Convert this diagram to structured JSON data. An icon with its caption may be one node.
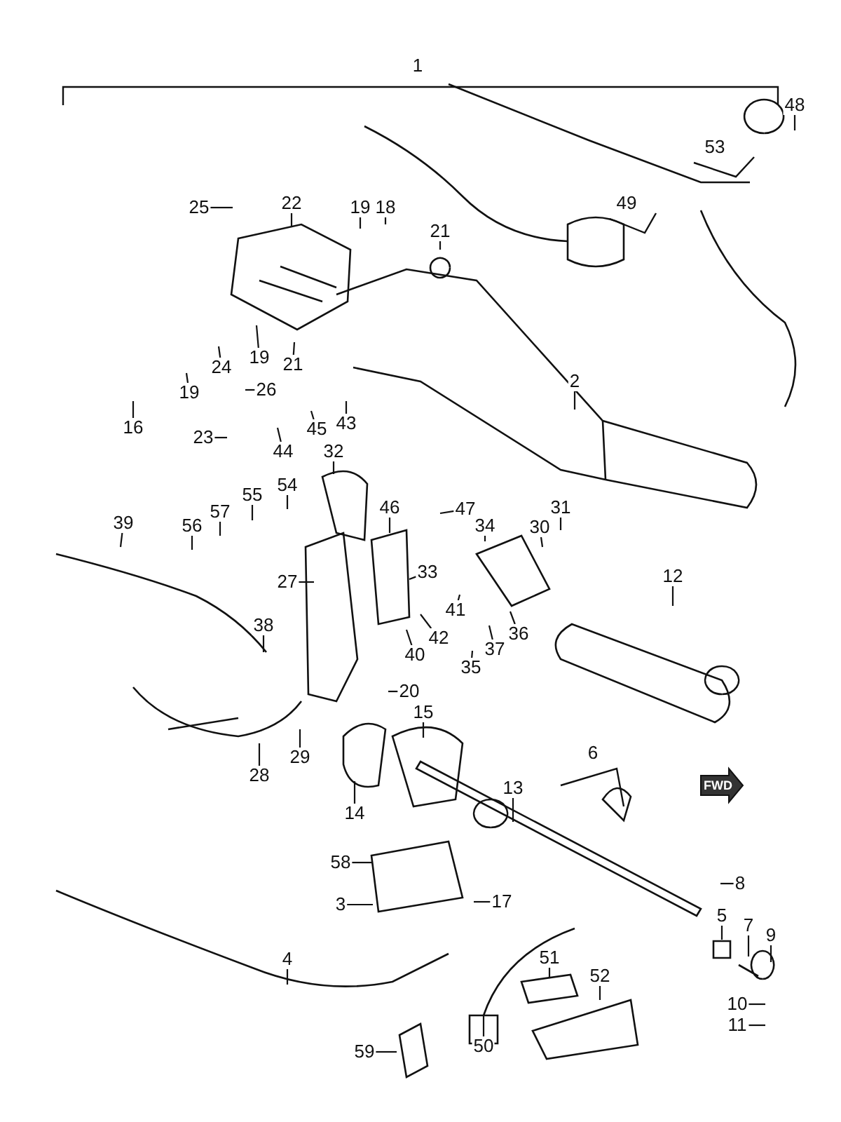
{
  "diagram": {
    "nodes": [
      {
        "text": [
          "1"
        ]
      },
      {
        "text": [
          "48"
        ]
      },
      {
        "text": [
          "53"
        ]
      },
      {
        "text": [
          "22"
        ]
      },
      {
        "text": [
          "25"
        ]
      },
      {
        "text": [
          "19"
        ]
      },
      {
        "text": [
          "18"
        ]
      },
      {
        "text": [
          "49"
        ]
      },
      {
        "text": [
          "21"
        ]
      },
      {
        "text": [
          "19"
        ]
      },
      {
        "text": [
          "24"
        ]
      },
      {
        "text": [
          "19"
        ]
      },
      {
        "text": [
          "26"
        ]
      },
      {
        "text": [
          "21"
        ]
      },
      {
        "text": [
          "2"
        ]
      },
      {
        "text": [
          "16"
        ]
      },
      {
        "text": [
          "43"
        ]
      },
      {
        "text": [
          "45"
        ]
      },
      {
        "text": [
          "23"
        ]
      },
      {
        "text": [
          "44"
        ]
      },
      {
        "text": [
          "32"
        ]
      },
      {
        "text": [
          "54"
        ]
      },
      {
        "text": [
          "55"
        ]
      },
      {
        "text": [
          "46"
        ]
      },
      {
        "text": [
          "47"
        ]
      },
      {
        "text": [
          "57"
        ]
      },
      {
        "text": [
          "56"
        ]
      },
      {
        "text": [
          "39"
        ]
      },
      {
        "text": [
          "31"
        ]
      },
      {
        "text": [
          "34"
        ]
      },
      {
        "text": [
          "30"
        ]
      },
      {
        "text": [
          "33"
        ]
      },
      {
        "text": [
          "27"
        ]
      },
      {
        "text": [
          "12"
        ]
      },
      {
        "text": [
          "41"
        ]
      },
      {
        "text": [
          "38"
        ]
      },
      {
        "text": [
          "42"
        ]
      },
      {
        "text": [
          "36"
        ]
      },
      {
        "text": [
          "40"
        ]
      },
      {
        "text": [
          "37"
        ]
      },
      {
        "text": [
          "35"
        ]
      },
      {
        "text": [
          "20"
        ]
      },
      {
        "text": [
          "15"
        ]
      },
      {
        "text": [
          "29"
        ]
      },
      {
        "text": [
          "6"
        ]
      },
      {
        "text": [
          "28"
        ]
      },
      {
        "text": [
          "14"
        ]
      },
      {
        "text": [
          "13"
        ]
      },
      {
        "text": [
          "58"
        ]
      },
      {
        "text": [
          "8"
        ]
      },
      {
        "text": [
          "3"
        ]
      },
      {
        "text": [
          "17"
        ]
      },
      {
        "text": [
          "5"
        ]
      },
      {
        "text": [
          "7"
        ]
      },
      {
        "text": [
          "9"
        ]
      },
      {
        "text": [
          "4"
        ]
      },
      {
        "text": [
          "51"
        ]
      },
      {
        "text": [
          "52"
        ]
      },
      {
        "text": [
          "10"
        ]
      },
      {
        "text": [
          "11"
        ]
      },
      {
        "text": [
          "50"
        ]
      },
      {
        "text": [
          "59"
        ]
      }
    ],
    "edges": [
      {
        "from": 1,
        "to": null,
        "arrow": "none"
      },
      {
        "from": 3,
        "to": null,
        "arrow": "none"
      },
      {
        "from": 4,
        "to": null,
        "arrow": "none"
      },
      {
        "from": 5,
        "to": null,
        "arrow": "none"
      },
      {
        "from": 6,
        "to": null,
        "arrow": "none"
      },
      {
        "from": 8,
        "to": null,
        "arrow": "none"
      },
      {
        "from": 9,
        "to": null,
        "arrow": "none"
      },
      {
        "from": 10,
        "to": null,
        "arrow": "none"
      },
      {
        "from": 11,
        "to": null,
        "arrow": "none"
      },
      {
        "from": 12,
        "to": null,
        "arrow": "none"
      },
      {
        "from": 13,
        "to": null,
        "arrow": "none"
      },
      {
        "from": 14,
        "to": null,
        "arrow": "none"
      },
      {
        "from": 15,
        "to": null,
        "arrow": "none"
      },
      {
        "from": 16,
        "to": null,
        "arrow": "none"
      },
      {
        "from": 17,
        "to": null,
        "arrow": "none"
      },
      {
        "from": 18,
        "to": null,
        "arrow": "none"
      },
      {
        "from": 19,
        "to": null,
        "arrow": "none"
      },
      {
        "from": 20,
        "to": null,
        "arrow": "none"
      },
      {
        "from": 21,
        "to": null,
        "arrow": "none"
      },
      {
        "from": 22,
        "to": null,
        "arrow": "none"
      },
      {
        "from": 23,
        "to": null,
        "arrow": "none"
      },
      {
        "from": 24,
        "to": null,
        "arrow": "none"
      },
      {
        "from": 25,
        "to": null,
        "arrow": "none"
      },
      {
        "from": 26,
        "to": null,
        "arrow": "none"
      },
      {
        "from": 27,
        "to": null,
        "arrow": "none"
      },
      {
        "from": 28,
        "to": null,
        "arrow": "none"
      },
      {
        "from": 29,
        "to": null,
        "arrow": "none"
      },
      {
        "from": 30,
        "to": null,
        "arrow": "none"
      },
      {
        "from": 31,
        "to": null,
        "arrow": "none"
      },
      {
        "from": 32,
        "to": null,
        "arrow": "none"
      },
      {
        "from": 33,
        "to": null,
        "arrow": "none"
      },
      {
        "from": 34,
        "to": null,
        "arrow": "none"
      },
      {
        "from": 35,
        "to": null,
        "arrow": "none"
      },
      {
        "from": 36,
        "to": null,
        "arrow": "none"
      },
      {
        "from": 37,
        "to": null,
        "arrow": "none"
      },
      {
        "from": 38,
        "to": null,
        "arrow": "none"
      },
      {
        "from": 39,
        "to": null,
        "arrow": "none"
      },
      {
        "from": 40,
        "to": null,
        "arrow": "none"
      },
      {
        "from": 41,
        "to": null,
        "arrow": "none"
      },
      {
        "from": 42,
        "to": null,
        "arrow": "none"
      },
      {
        "from": 43,
        "to": null,
        "arrow": "none"
      },
      {
        "from": 45,
        "to": null,
        "arrow": "none"
      },
      {
        "from": 46,
        "to": null,
        "arrow": "none"
      },
      {
        "from": 47,
        "to": null,
        "arrow": "none"
      },
      {
        "from": 48,
        "to": null,
        "arrow": "none"
      },
      {
        "from": 49,
        "to": null,
        "arrow": "none"
      },
      {
        "from": 50,
        "to": null,
        "arrow": "none"
      },
      {
        "from": 51,
        "to": null,
        "arrow": "none"
      },
      {
        "from": 52,
        "to": null,
        "arrow": "none"
      },
      {
        "from": 53,
        "to": null,
        "arrow": "none"
      },
      {
        "from": 54,
        "to": null,
        "arrow": "none"
      },
      {
        "from": 55,
        "to": null,
        "arrow": "none"
      },
      {
        "from": 56,
        "to": null,
        "arrow": "none"
      },
      {
        "from": 57,
        "to": null,
        "arrow": "none"
      },
      {
        "from": 58,
        "to": null,
        "arrow": "none"
      },
      {
        "from": 59,
        "to": null,
        "arrow": "none"
      },
      {
        "from": 60,
        "to": null,
        "arrow": "none"
      },
      {
        "from": 61,
        "to": null,
        "arrow": "none"
      }
    ],
    "labels": [
      "FWD"
    ]
  }
}
